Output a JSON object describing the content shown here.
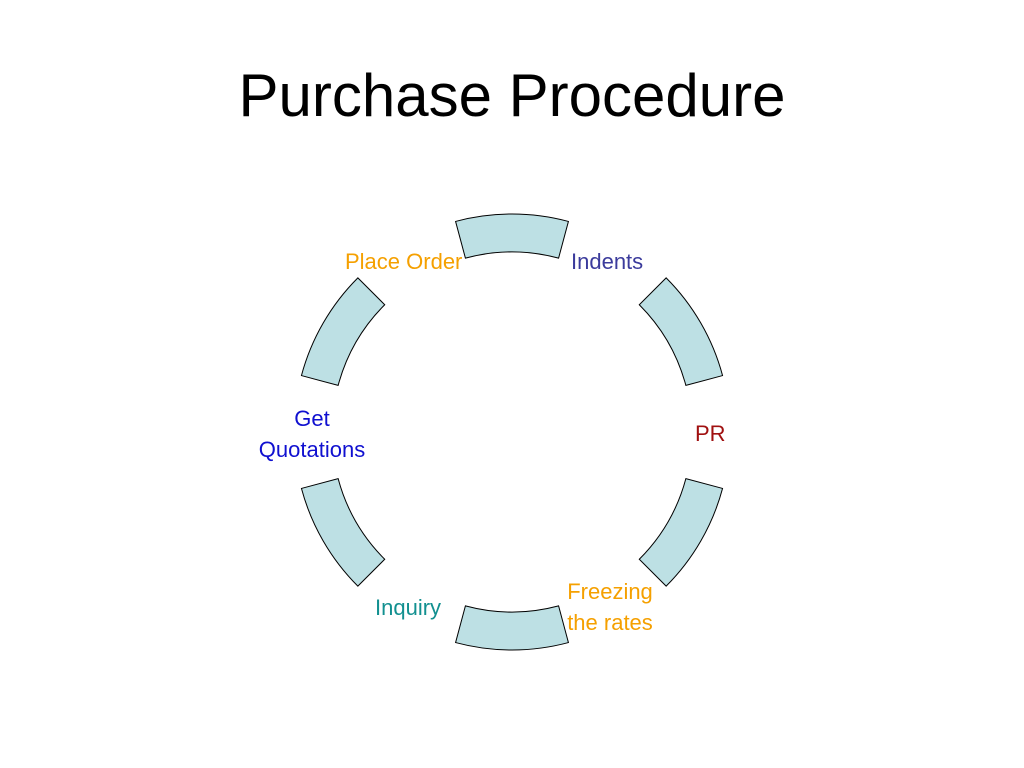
{
  "title": "Purchase Procedure",
  "cycle": {
    "segment_fill": "#bde0e4",
    "segment_stroke": "#000000",
    "steps": [
      {
        "label": "Indents",
        "color": "#3b3b9c"
      },
      {
        "label": "PR",
        "color": "#a01010"
      },
      {
        "label": "Freezing the rates",
        "lines": [
          "Freezing",
          "the rates"
        ],
        "color": "#f5a000"
      },
      {
        "label": "Inquiry",
        "color": "#129090"
      },
      {
        "label": "Get Quotations",
        "lines": [
          "Get",
          "Quotations"
        ],
        "color": "#1010d0"
      },
      {
        "label": "Place Order",
        "color": "#f5a000"
      }
    ]
  }
}
